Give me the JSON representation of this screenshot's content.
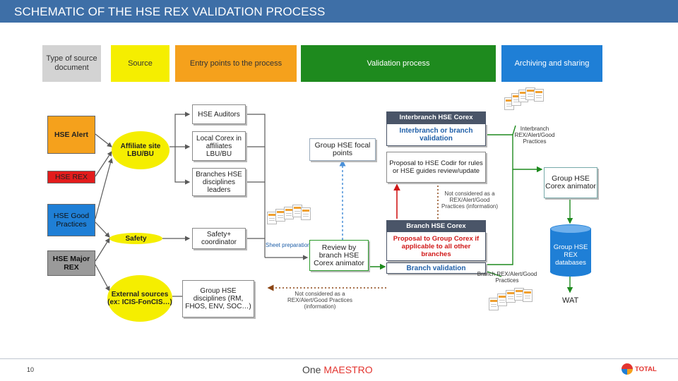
{
  "title": "SCHEMATIC OF THE HSE REX VALIDATION PROCESS",
  "headers": {
    "type": "Type of source document",
    "source": "Source",
    "entry": "Entry points to the process",
    "validation": "Validation process",
    "archiving": "Archiving and sharing"
  },
  "doc_types": {
    "alert": "HSE Alert",
    "rex": "HSE REX",
    "good": "HSE Good Practices",
    "major": "HSE Major REX"
  },
  "sources": {
    "affiliate": "Affiliate site LBU/BU",
    "safety": "Safety",
    "external": "External sources (ex: ICIS-FonCIS…)"
  },
  "entry_points": {
    "auditors": "HSE Auditors",
    "local_corex": "Local Corex in affiliates LBU/BU",
    "branches_leaders": "Branches HSE disciplines leaders",
    "safety_coordinator": "Safety+ coordinator",
    "group_disciplines": "Group HSE disciplines (RM, FHOS, ENV, SOC…)"
  },
  "validation": {
    "group_focal": "Group HSE focal points",
    "review": "Review by branch HSE Corex animator",
    "sheet_preparation": "Sheet preparation",
    "interbranch_header": "Interbranch HSE Corex",
    "interbranch_validation": "Interbranch or branch validation",
    "proposal_codir": "Proposal to HSE Codir for rules or HSE guides review/update",
    "not_considered_1": "Not considered as a REX/Alert/Good Practices (information)",
    "branch_header": "Branch HSE Corex",
    "proposal_group": "Proposal to Group Corex if applicable to all other branches",
    "branch_validation": "Branch validation",
    "not_considered_2": "Not considered as a REX/Alert/Good Practices (information)"
  },
  "archiving": {
    "interbranch_docs": "Interbranch REX/Alert/Good Practices",
    "group_animator": "Group HSE Corex animator",
    "database": "Group HSE REX databases",
    "branch_docs": "Branch REX/Alert/Good Practices",
    "wat": "WAT"
  },
  "footer": {
    "page_number": "10",
    "brand_prefix": "One ",
    "brand_name": "MAESTRO",
    "company": "TOTAL"
  },
  "colors": {
    "title_bar": "#3e6fa7",
    "gray": "#d3d3d3",
    "yellow": "#f5ee00",
    "orange": "#f5a11c",
    "green": "#1e8a1e",
    "blue": "#1f7fd6",
    "red": "#e31c1c",
    "dark_slate": "#4a5568",
    "total_red": "#e3342f"
  }
}
